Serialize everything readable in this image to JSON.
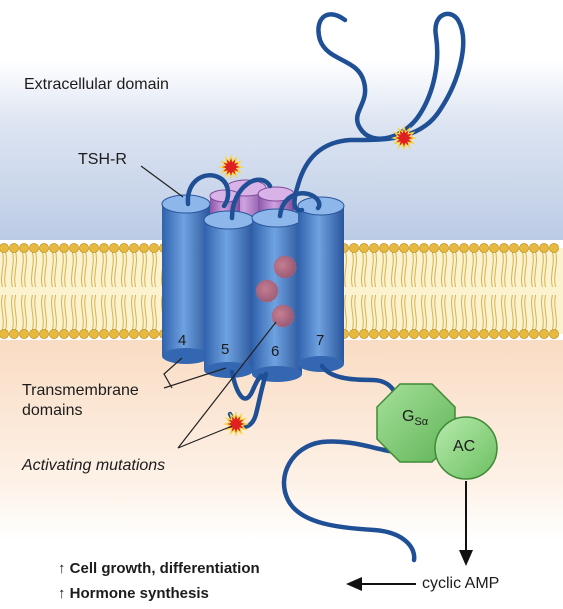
{
  "labels": {
    "extracellular": "Extracellular domain",
    "receptor": "TSH-R",
    "transmembrane_line1": "Transmembrane",
    "transmembrane_line2": "domains",
    "activating": "Activating mutations",
    "helix_4": "4",
    "helix_5": "5",
    "helix_6": "6",
    "helix_7": "7",
    "gs_main": "G",
    "gs_sub": "Sα",
    "ac": "AC",
    "cyclic_amp": "cyclic AMP",
    "out_arrow_1": "↑",
    "out_text_1": "Cell growth, differentiation",
    "out_arrow_2": "↑",
    "out_text_2": "Hormone synthesis"
  },
  "colors": {
    "extracellular_bg": "#c9d5ea",
    "intracellular_bg": "#fbe6d3",
    "lipid_head": "#e8b93f",
    "lipid_tail": "#f3dc8a",
    "helix_blue": "#4f86cf",
    "helix_purple": "#b27fc6",
    "chain": "#1f4f95",
    "mutation": "#e02020",
    "gs_green": "#7fca72",
    "ac_green": "#8fd483"
  },
  "icons": [
    "mutation-star-icon",
    "down-arrow-icon",
    "left-arrow-icon"
  ]
}
